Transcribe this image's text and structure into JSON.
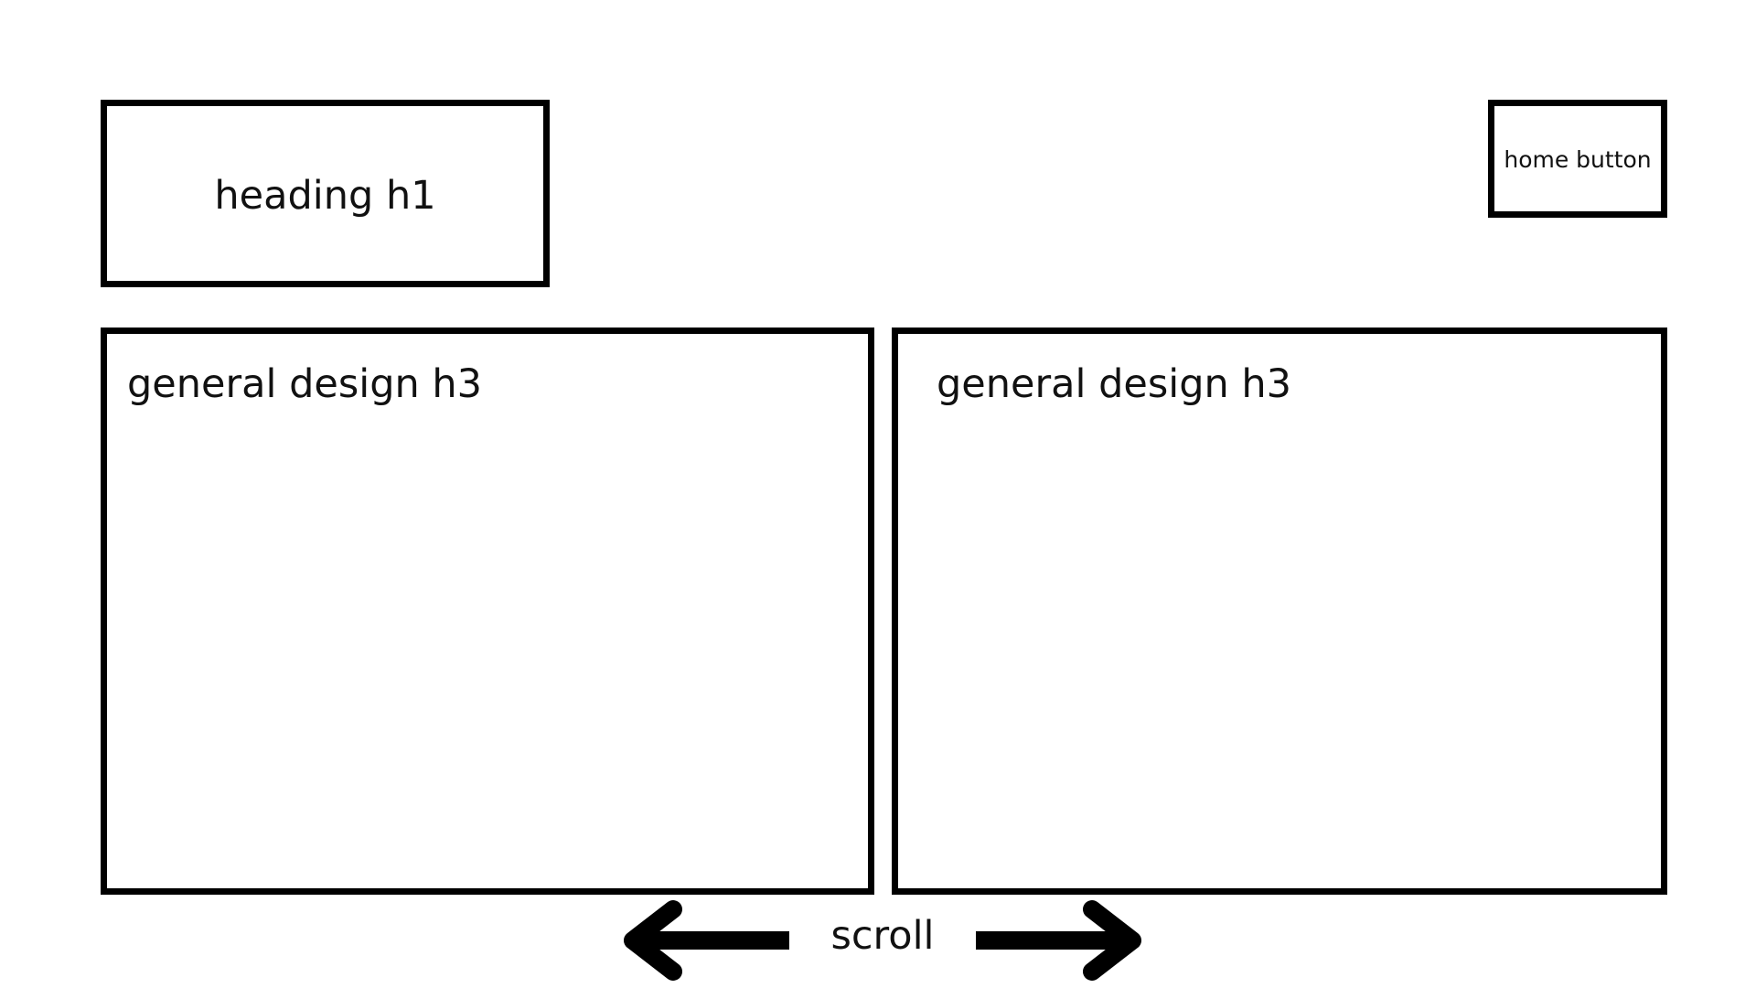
{
  "header": {
    "title": "heading h1",
    "home_button_label": "home button"
  },
  "panels": [
    {
      "title": "general design h3"
    },
    {
      "title": "general design h3"
    }
  ],
  "scroll": {
    "label": "scroll",
    "left_icon": "arrow-left-icon",
    "right_icon": "arrow-right-icon"
  },
  "colors": {
    "border": "#000000",
    "background": "#ffffff",
    "text": "#111111"
  }
}
